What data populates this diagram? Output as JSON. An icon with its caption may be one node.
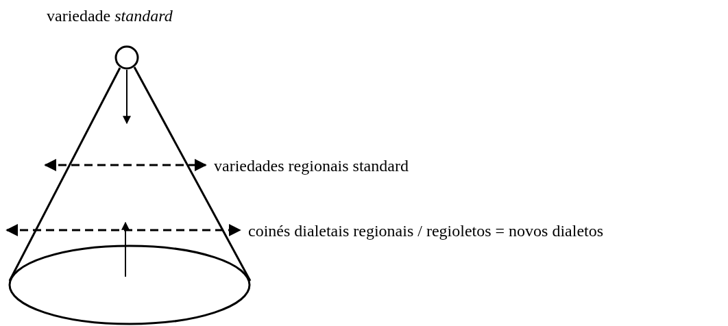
{
  "diagram": {
    "nodes": [
      {
        "text": [
          "variedade *standard*"
        ]
      },
      {
        "text": [],
        "shape": "circle"
      }
    ],
    "edges": [
      {
        "from": 0,
        "to": null,
        "arrow": "to"
      },
      {
        "from": 1,
        "to": null,
        "arrow": "to"
      },
      {
        "from": 0,
        "to": 1,
        "arrow": "none"
      },
      {
        "from": 0,
        "to": 1,
        "arrow": "none"
      }
    ],
    "labels": [
      "variedades regionais standard",
      "coinés dialetais regionais / regioletos = novos dialetos"
    ]
  }
}
